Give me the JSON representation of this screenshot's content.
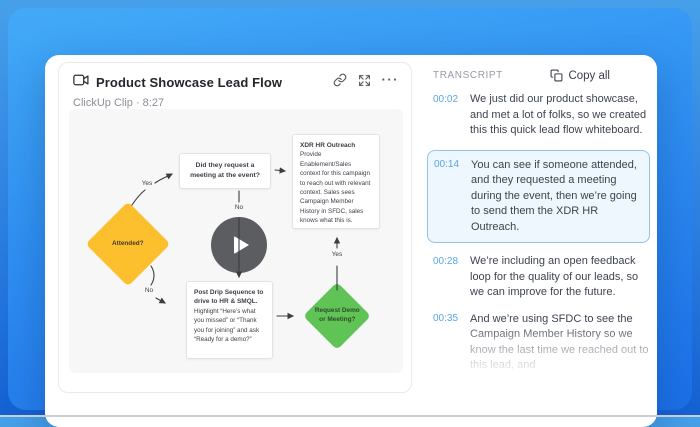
{
  "clip": {
    "title": "Product Showcase Lead Flow",
    "meta": "ClickUp Clip · 8:27",
    "actions": {
      "more_label": "···"
    }
  },
  "whiteboard": {
    "nodes": {
      "attended": {
        "label": "Attended?",
        "color": "#FCBF2E"
      },
      "meeting_question": {
        "label": "Did they request a meeting at the event?"
      },
      "xdr_outreach": {
        "title": "XDR HR Outreach",
        "body": "Provide Enablement/Sales context for this campaign to reach out with relevant context. Sales sees Campaign Member History in SFDC, sales knows what this is."
      },
      "post_drip": {
        "title": "Post Drip Sequence to drive to HR & SMQL.",
        "body": "Highlight “Here’s what you missed” or “Thank you for joining” and ask “Ready for a demo?”"
      },
      "request_demo": {
        "label": "Request Demo or Meeting?",
        "color": "#5FC455"
      }
    },
    "edge_labels": {
      "attended_yes": "Yes",
      "meeting_no": "No",
      "attended_no": "No",
      "demo_yes": "Yes"
    }
  },
  "transcript": {
    "heading": "TRANSCRIPT",
    "copy_all_label": "Copy all",
    "entries": [
      {
        "time": "00:02",
        "text": "We just did our product showcase, and met a lot of folks, so we created this this quick lead flow whiteboard.",
        "highlighted": false
      },
      {
        "time": "00:14",
        "text": "You can see if someone attended, and they requested a meeting during the event, then we’re going to send them the XDR HR Outreach.",
        "highlighted": true
      },
      {
        "time": "00:28",
        "text": "We’re including an open feedback loop for the quality of our leads, so we can improve for the future.",
        "highlighted": false
      },
      {
        "time": "00:35",
        "text": "And we’re using SFDC to see the Campaign Member History so we know the last time we reached out to this lead, and",
        "highlighted": false,
        "fading": true
      }
    ]
  }
}
